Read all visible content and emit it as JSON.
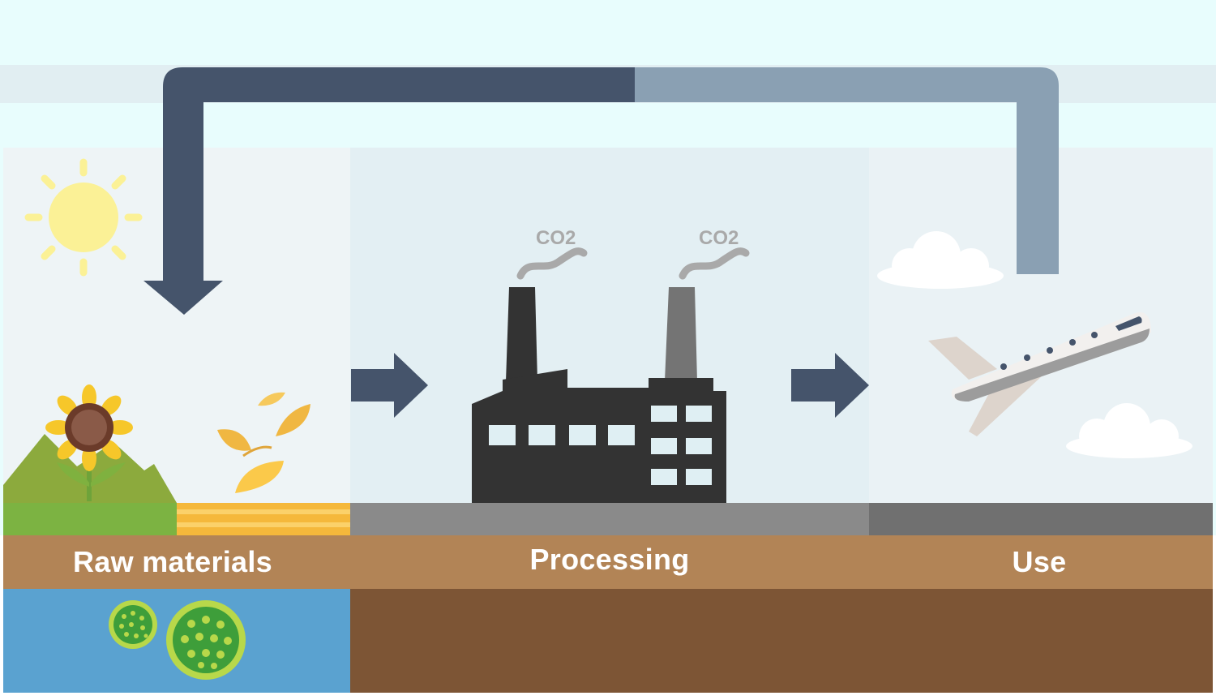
{
  "stages": [
    {
      "label": "Raw materials"
    },
    {
      "label": "Processing"
    },
    {
      "label": "Use"
    }
  ],
  "emissions": [
    {
      "label": "CO2"
    },
    {
      "label": "CO2"
    }
  ],
  "colors": {
    "sky": "#e8fdfd",
    "band": "#e1eef2",
    "raw_panel": "#eef4f6",
    "processing_panel": "#e3eff3",
    "use_panel": "#eaf2f5",
    "soil_top": "#b28456",
    "soil_bottom": "#7d5535",
    "water": "#5aa2d0",
    "road": "#8a8a8a",
    "arrow_dark": "#45546b",
    "arrow_light": "#8aa0b3",
    "factory": "#333333",
    "sun": "#fbf196"
  },
  "icons": [
    "sun-icon",
    "sunflower-icon",
    "leaves-icon",
    "algae-icon",
    "factory-icon",
    "airplane-icon",
    "cloud-icon",
    "recycle-arrow-icon",
    "process-arrow-icon"
  ]
}
